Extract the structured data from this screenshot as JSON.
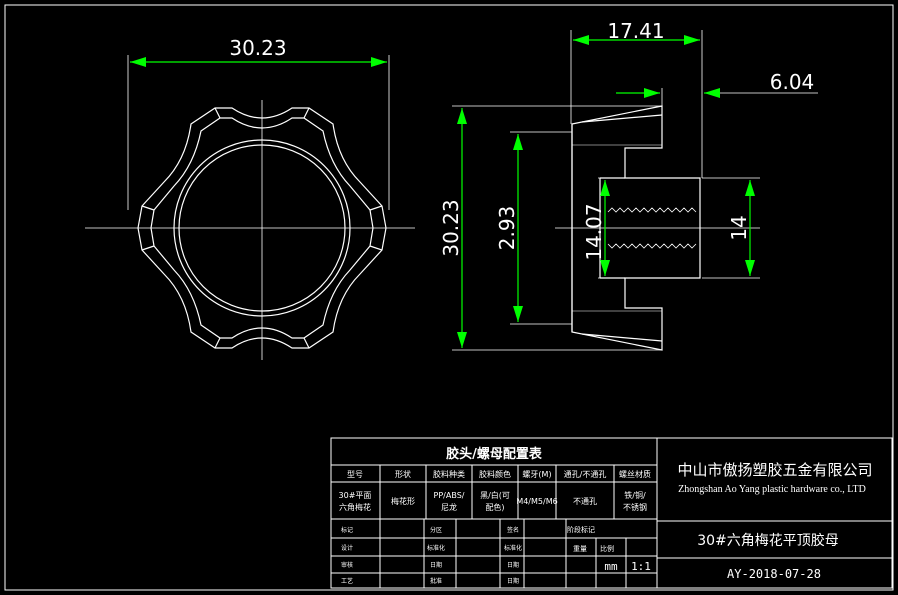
{
  "drawing": {
    "dimensions": {
      "top_width": "30.23",
      "side_length": "17.41",
      "side_offset": "6.04",
      "side_height": "30.23",
      "inner_height": "2.93",
      "thread_diameter": "14.07",
      "thread_length": "14"
    }
  },
  "title_block": {
    "table_title": "胶头/螺母配置表",
    "headers": [
      "型号",
      "形状",
      "胶料种类",
      "胶料颜色",
      "螺牙(M)",
      "通孔/不通孔",
      "螺丝材质"
    ],
    "row": [
      "30#平面\n六角梅花",
      "梅花形",
      "PP/ABS/\n尼龙",
      "黑/白(可\n配色)",
      "M4/M5/M6",
      "不通孔",
      "铁/铜/\n不锈钢"
    ],
    "lower_labels": [
      "设计",
      "标准化",
      "批准",
      "审核",
      "工艺",
      "日期"
    ],
    "lower_labels2": [
      "阶段",
      "重量",
      "比例",
      "标记",
      "分区",
      "签名"
    ],
    "phase_label": "阶段标记",
    "weight_label": "重量",
    "scale_label": "比例",
    "unit": "mm",
    "scale": "1:1",
    "company_cn": "中山市傲扬塑胶五金有限公司",
    "company_en": "Zhongshan Ao Yang plastic hardware co., LTD",
    "part_name": "30#六角梅花平顶胶母",
    "drawing_no": "AY-2018-07-28"
  },
  "colors": {
    "line": "#ffffff",
    "arrow": "#00ff00",
    "background": "#000000"
  }
}
